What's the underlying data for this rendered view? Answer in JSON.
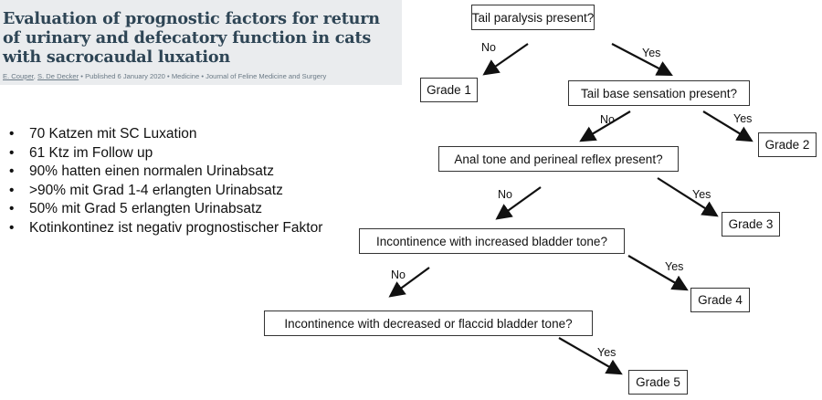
{
  "article": {
    "title": "Evaluation of prognostic factors for return of urinary and defecatory function in cats with sacrocaudal luxation",
    "authors": [
      "E. Couper",
      "S. De Decker"
    ],
    "published": "Published 6 January 2020",
    "field": "Medicine",
    "journal": "Journal of Feline Medicine and Surgery",
    "separator": "•"
  },
  "bullets": [
    "70 Katzen mit SC Luxation",
    "61 Ktz im Follow up",
    "90% hatten einen normalen Urinabsatz",
    ">90% mit Grad 1-4 erlangten Urinabsatz",
    "50% mit Grad 5 erlangten Urinabsatz",
    "Kotinkontinez ist negativ prognostischer Faktor"
  ],
  "flowchart": {
    "questions": [
      "Tail paralysis present?",
      "Tail base sensation present?",
      "Anal tone and perineal reflex present?",
      "Incontinence with increased bladder tone?",
      "Incontinence with decreased or flaccid bladder tone?"
    ],
    "grades": [
      "Grade 1",
      "Grade 2",
      "Grade 3",
      "Grade 4",
      "Grade 5"
    ],
    "no_label": "No",
    "yes_label": "Yes"
  }
}
